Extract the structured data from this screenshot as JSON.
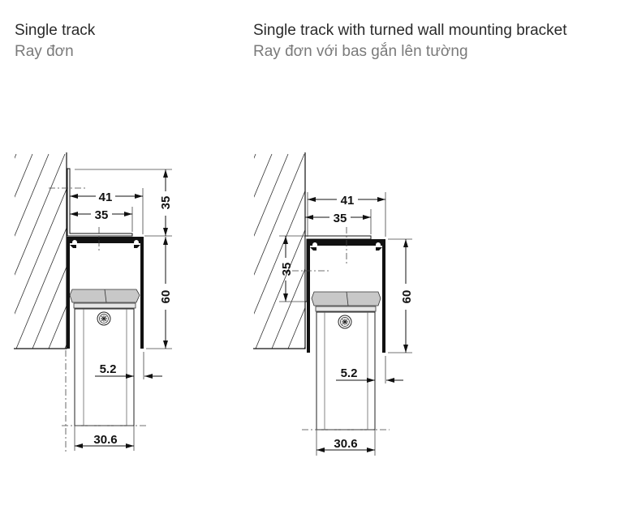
{
  "left": {
    "title": "Single track",
    "subtitle": "Ray đơn",
    "dims": {
      "width_outer": "41",
      "width_inner": "35",
      "height_bracket": "35",
      "height_track": "60",
      "gap": "5.2",
      "door": "30.6"
    }
  },
  "right": {
    "title": "Single track with turned wall mounting bracket",
    "subtitle": "Ray đơn với bas gắn lên tường",
    "dims": {
      "width_outer": "41",
      "width_inner": "35",
      "height_bracket": "35",
      "height_track": "60",
      "gap": "5.2",
      "door": "30.6"
    }
  }
}
